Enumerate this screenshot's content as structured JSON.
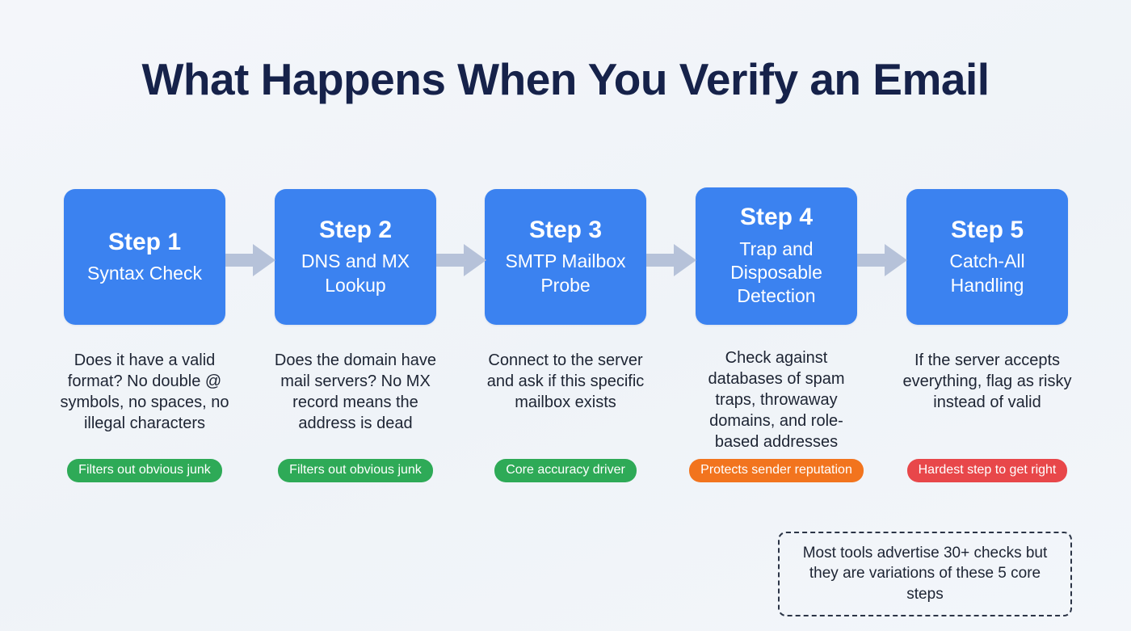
{
  "page": {
    "title": "What Happens When You Verify an Email",
    "background_color": "#f2f5f9",
    "title_color": "#16224a",
    "accent_blue": "#3b82f0",
    "arrow_color": "#b6c2d9"
  },
  "flow": {
    "arrow_icon": "arrow-right-icon",
    "steps": [
      {
        "heading": "Step 1",
        "subtitle": "Syntax Check",
        "description": "Does it have a valid format? No double @ symbols, no spaces, no illegal characters",
        "badge": {
          "label": "Filters out obvious junk",
          "color": "#2eaa57"
        }
      },
      {
        "heading": "Step 2",
        "subtitle": "DNS and MX Lookup",
        "description": "Does the domain have mail servers? No MX record means the address is dead",
        "badge": {
          "label": "Filters out obvious junk",
          "color": "#2eaa57"
        }
      },
      {
        "heading": "Step 3",
        "subtitle": "SMTP Mailbox Probe",
        "description": "Connect to the server and ask if this specific mailbox exists",
        "badge": {
          "label": "Core accuracy driver",
          "color": "#2eaa57"
        }
      },
      {
        "heading": "Step 4",
        "subtitle": "Trap and Disposable Detection",
        "description": "Check against databases of spam traps, throwaway domains, and role-based addresses",
        "badge": {
          "label": "Protects sender reputation",
          "color": "#f2741e"
        }
      },
      {
        "heading": "Step 5",
        "subtitle": "Catch-All Handling",
        "description": "If the server accepts everything, flag as risky instead of valid",
        "badge": {
          "label": "Hardest step to get right",
          "color": "#e8474a"
        }
      }
    ]
  },
  "footnote": {
    "line1": "Most tools advertise 30+ checks but",
    "line2": "they are variations of these 5 core steps"
  }
}
